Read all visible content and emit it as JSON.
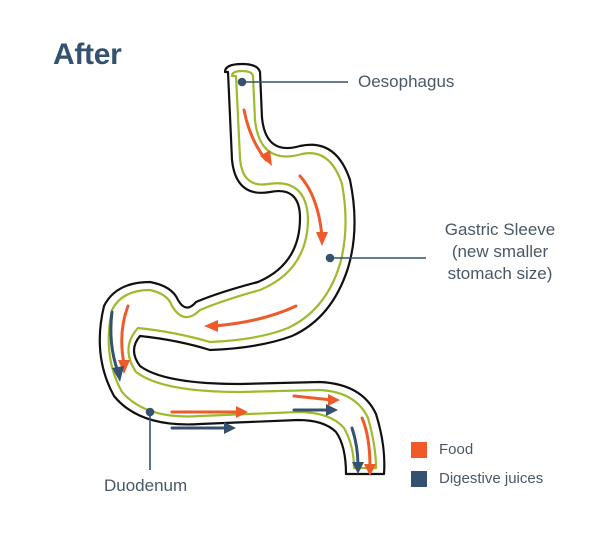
{
  "title": "After",
  "labels": {
    "oesophagus": "Oesophagus",
    "gastric_sleeve": [
      "Gastric Sleeve",
      "(new smaller",
      "stomach size)"
    ],
    "duodenum": "Duodenum"
  },
  "legend": [
    {
      "label": "Food",
      "color": "#ef5a2a"
    },
    {
      "label": "Digestive juices",
      "color": "#34516f"
    }
  ],
  "colors": {
    "outline": "#111111",
    "lining": "#9dbb2c",
    "food": "#ef5a2a",
    "juices": "#34516f",
    "title": "#34516f"
  }
}
